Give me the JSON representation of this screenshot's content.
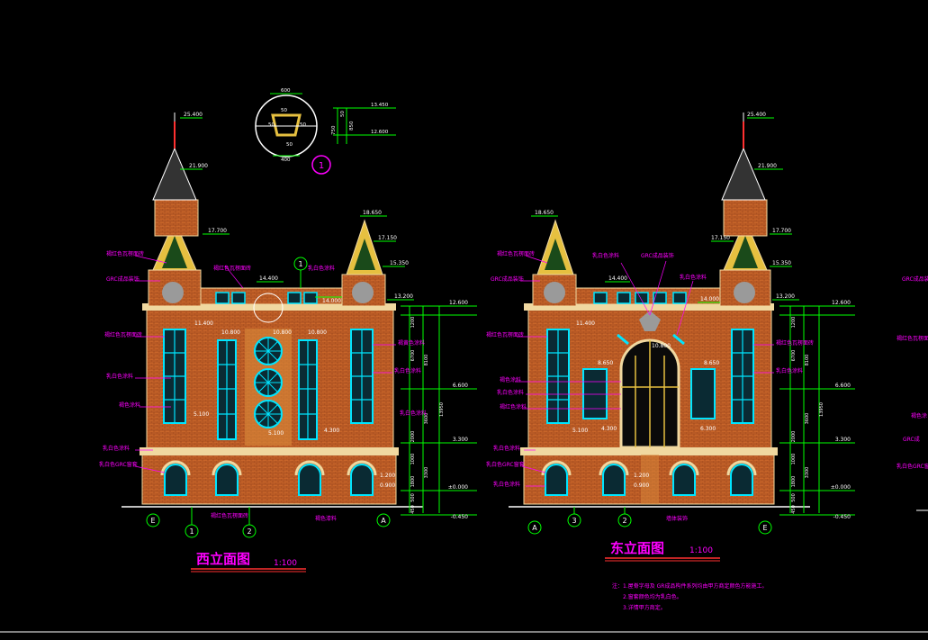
{
  "drawing": {
    "colors": {
      "background": "#000000",
      "brick": "#c8652a",
      "brick_dark": "#8a3a16",
      "roof_red": "#a93226",
      "window": "#00e5ff",
      "window_fill": "#0a2a33",
      "label": "#ff00ff",
      "dim": "#00ff00",
      "level": "#ffffff",
      "axis": "#00ff00",
      "trim": "#f0d8a0",
      "gold": "#e6c040",
      "stone": "#9a9a9a"
    },
    "west_elevation": {
      "title": "西立面图",
      "scale": "1:100",
      "levels": {
        "spire_top": "25.400",
        "spire_mid": "21.900",
        "roof_left": "17.700",
        "tower_right_top": "18.650",
        "tower_right_mid": "17.150",
        "tower_right_base": "15.350",
        "parapet": "14.400",
        "cornice_mid": "14.000",
        "cornice": "13.200",
        "top_eave": "12.600",
        "window_head_left": "11.400",
        "window_head_mid1": "10.800",
        "window_head_mid2": "10.800",
        "window_head_mid3": "10.800",
        "f2": "6.600",
        "sill_mid": "5.100",
        "sill_right": "4.300",
        "f1": "3.300",
        "detail1": "1.200",
        "detail2": "0.900",
        "ground": "±0.000",
        "outside": "-0.450",
        "window_sill_left": "5.100"
      },
      "dims": [
        "1200",
        "6700",
        "8100",
        "3600",
        "13950",
        "2000",
        "1000",
        "3300",
        "1800",
        "500",
        "450"
      ],
      "labels": [
        "褐红色瓦楞面砖",
        "GRC成品装饰",
        "褐红色瓦楞面砖",
        "乳白色涂料",
        "褐红色瓦楞面砖",
        "乳白色涂料",
        "褐色涂料",
        "乳白色涂料",
        "乳白色GRC窗套",
        "褐红色瓦楞面砖",
        "褐黄色涂料",
        "乳白色涂料",
        "乳白色涂料",
        "褐色漆料"
      ],
      "axes": [
        "E",
        "A",
        "1",
        "1",
        "2"
      ],
      "detail_callout": "1",
      "detail_callout_ref": "1"
    },
    "detail": {
      "dims": [
        "600",
        "50",
        "50",
        "50",
        "50",
        "400",
        "750",
        "50",
        "850"
      ],
      "levels": [
        "13.450",
        "12.600"
      ],
      "callout": "1"
    },
    "east_elevation": {
      "title": "东立面图",
      "scale": "1:100",
      "levels": {
        "spire_top": "25.400",
        "spire_mid": "21.900",
        "tower_left_top": "18.650",
        "roof_right": "17.700",
        "tower_right_mid": "17.150",
        "tower_right_base": "15.350",
        "parapet": "14.400",
        "cornice_mid": "14.000",
        "cornice": "13.200",
        "top_eave": "12.600",
        "window_head_left": "11.400",
        "arch_top": "10.800",
        "window_head_l": "8.650",
        "window_head_r": "8.650",
        "f2": "6.600",
        "sill_l": "5.100",
        "sill_r": "4.300",
        "sill_rr": "6.300",
        "f1": "3.300",
        "detail1": "1.200",
        "detail2": "0.900",
        "ground": "±0.000",
        "outside": "-0.450"
      },
      "dims": [
        "1200",
        "6700",
        "8100",
        "3600",
        "13950",
        "2000",
        "1000",
        "3300",
        "1800",
        "500",
        "450"
      ],
      "labels": [
        "褐红色瓦楞面砖",
        "GRC成品装饰",
        "GRC成品装饰",
        "乳白色涂料",
        "褐红色瓦楞面砖",
        "褐色涂料",
        "乳白色涂料",
        "乳白色涂料",
        "褐红色涂料",
        "乳白色涂料",
        "乳白色GRC窗套",
        "乳白色涂料",
        "褐红色瓦楞面砖",
        "墙体装饰",
        "乳白色涂料"
      ],
      "axes": [
        "A",
        "3",
        "2",
        "E"
      ],
      "notes_prefix": "注：",
      "notes": [
        "1.屋脊字母及 GR成品构件系列均由甲方商定颜色方能施工。",
        "2.窗套颜色均为乳白色。",
        "3.详情甲方商定。"
      ]
    },
    "right_partial": {
      "labels": [
        "GRC成品装饰",
        "褐红色瓦楞面砖",
        "褐色涂",
        "GRC成",
        "乳白色GRC窗"
      ]
    }
  }
}
